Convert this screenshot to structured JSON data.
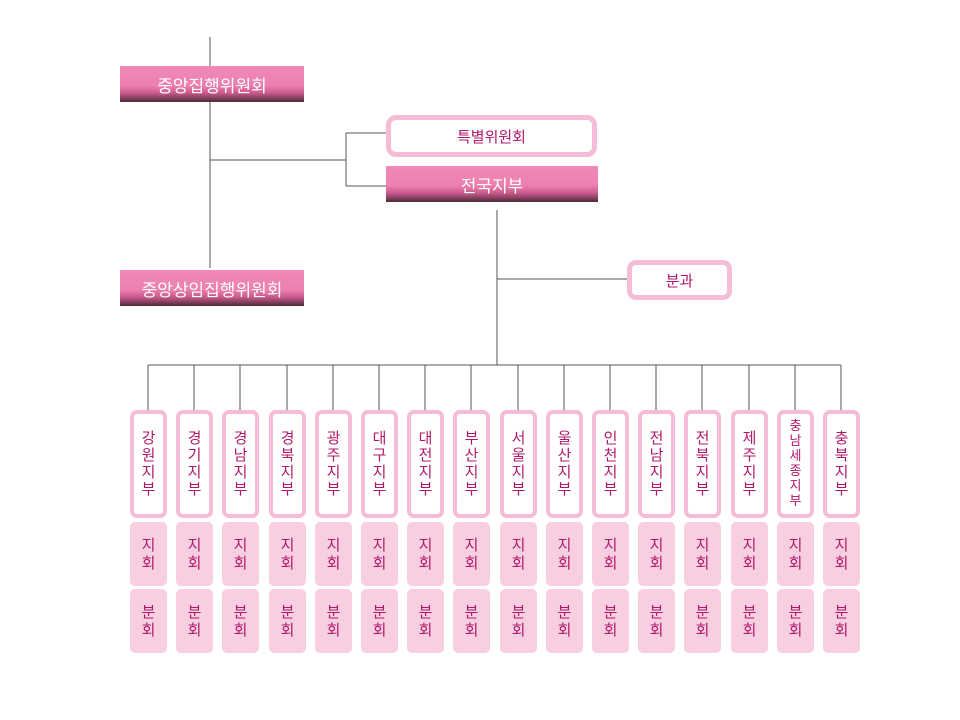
{
  "top": {
    "central_exec": "중앙집행위원회",
    "central_standing": "중앙상임집행위원회",
    "special_committee": "특별위원회",
    "national_branch": "전국지부",
    "division": "분과"
  },
  "branches": [
    "강원지부",
    "경기지부",
    "경남지부",
    "경북지부",
    "광주지부",
    "대구지부",
    "대전지부",
    "부산지부",
    "서울지부",
    "울산지부",
    "인천지부",
    "전남지부",
    "전북지부",
    "제주지부",
    "충남세종지부",
    "충북지부"
  ],
  "sub_levels": [
    "지회",
    "분회"
  ],
  "colors": {
    "filled": "#ec7fb0",
    "outline": "#f4bcd6",
    "sub_fill": "#f7cfe1",
    "text": "#b0186a",
    "line": "#555555"
  }
}
